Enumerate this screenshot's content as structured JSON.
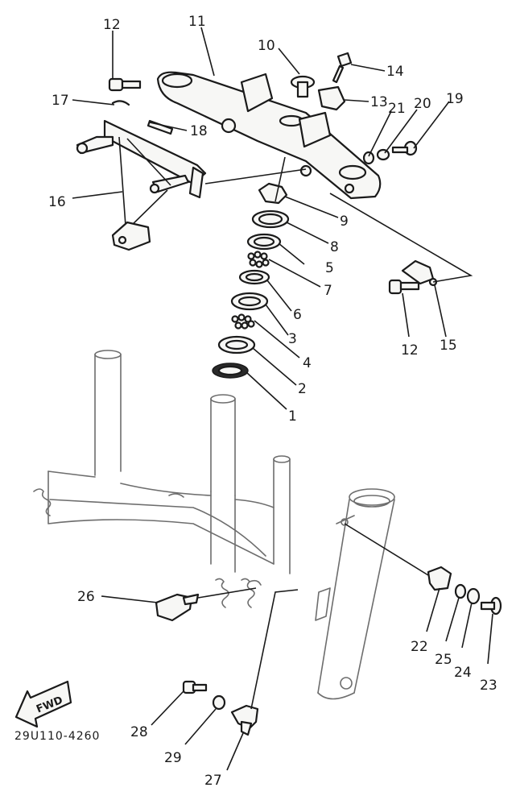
{
  "diagram": {
    "part_numbers": [
      "1",
      "2",
      "3",
      "4",
      "5",
      "6",
      "7",
      "8",
      "9",
      "10",
      "11",
      "12",
      "12",
      "13",
      "14",
      "15",
      "16",
      "17",
      "18",
      "19",
      "20",
      "21",
      "22",
      "23",
      "24",
      "25",
      "26",
      "27",
      "28",
      "29"
    ],
    "callouts": {
      "n1": "1",
      "n2": "2",
      "n3": "3",
      "n4": "4",
      "n5": "5",
      "n6": "6",
      "n7": "7",
      "n8": "8",
      "n9": "9",
      "n10": "10",
      "n11": "11",
      "n12a": "12",
      "n12b": "12",
      "n13": "13",
      "n14": "14",
      "n15": "15",
      "n16": "16",
      "n17": "17",
      "n18": "18",
      "n19": "19",
      "n20": "20",
      "n21": "21",
      "n22": "22",
      "n23": "23",
      "n24": "24",
      "n25": "25",
      "n26": "26",
      "n27": "27",
      "n28": "28",
      "n29": "29"
    },
    "fwd_label": "FWD",
    "drawing_code": "29U110-4260"
  }
}
